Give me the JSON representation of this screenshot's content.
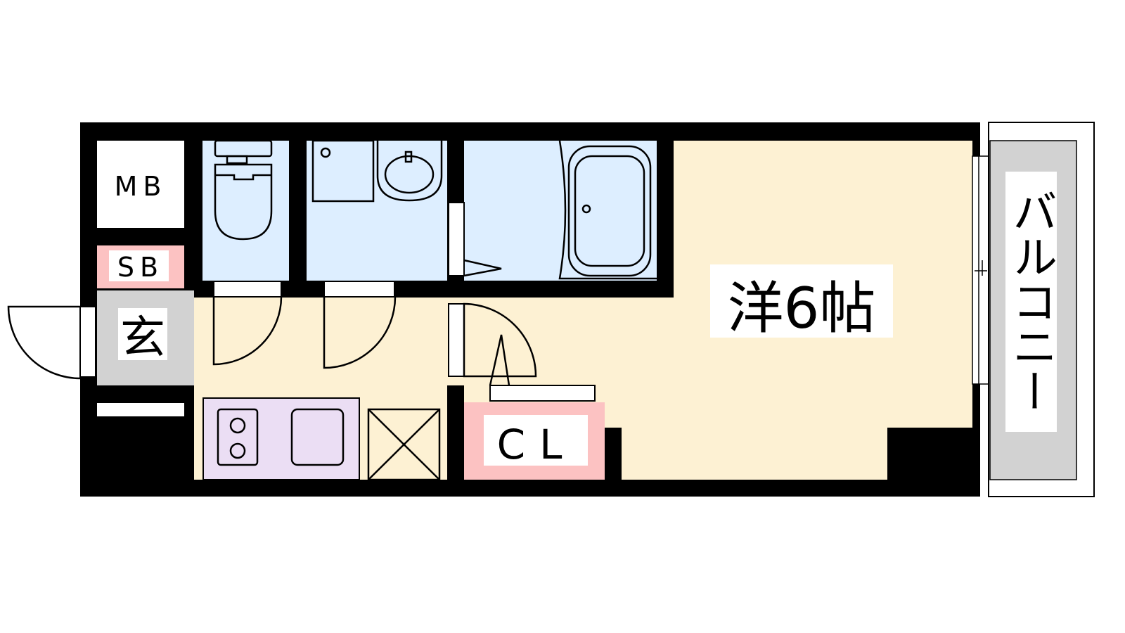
{
  "floorplan": {
    "rooms": {
      "meter_box": "MB",
      "shoe_box": "SB",
      "entrance": "玄",
      "closet": "CL",
      "western_room": "洋6帖",
      "balcony": "バルコニー"
    },
    "colors": {
      "wall": "#000000",
      "wet_area": "#ddeeff",
      "floor": "#fdf1d3",
      "storage": "#fcc2c2",
      "entrance": "#d2d2d2",
      "kitchen": "#ebdef4",
      "balcony": "#d2d2d2"
    }
  }
}
